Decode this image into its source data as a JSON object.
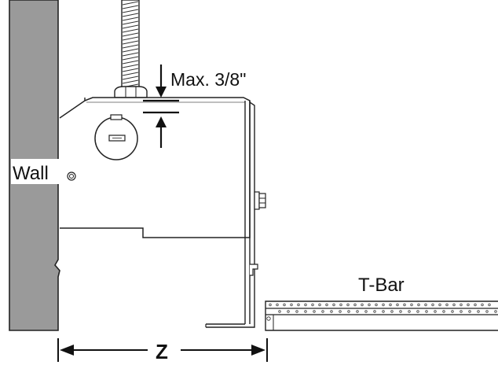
{
  "labels": {
    "max_gap": "Max. 3/8\"",
    "wall": "Wall",
    "tbar": "T-Bar",
    "z": "Z"
  },
  "colors": {
    "ink": "#111111",
    "wall_fill": "#9a9a9a",
    "line": "#222222",
    "bg": "#ffffff"
  }
}
